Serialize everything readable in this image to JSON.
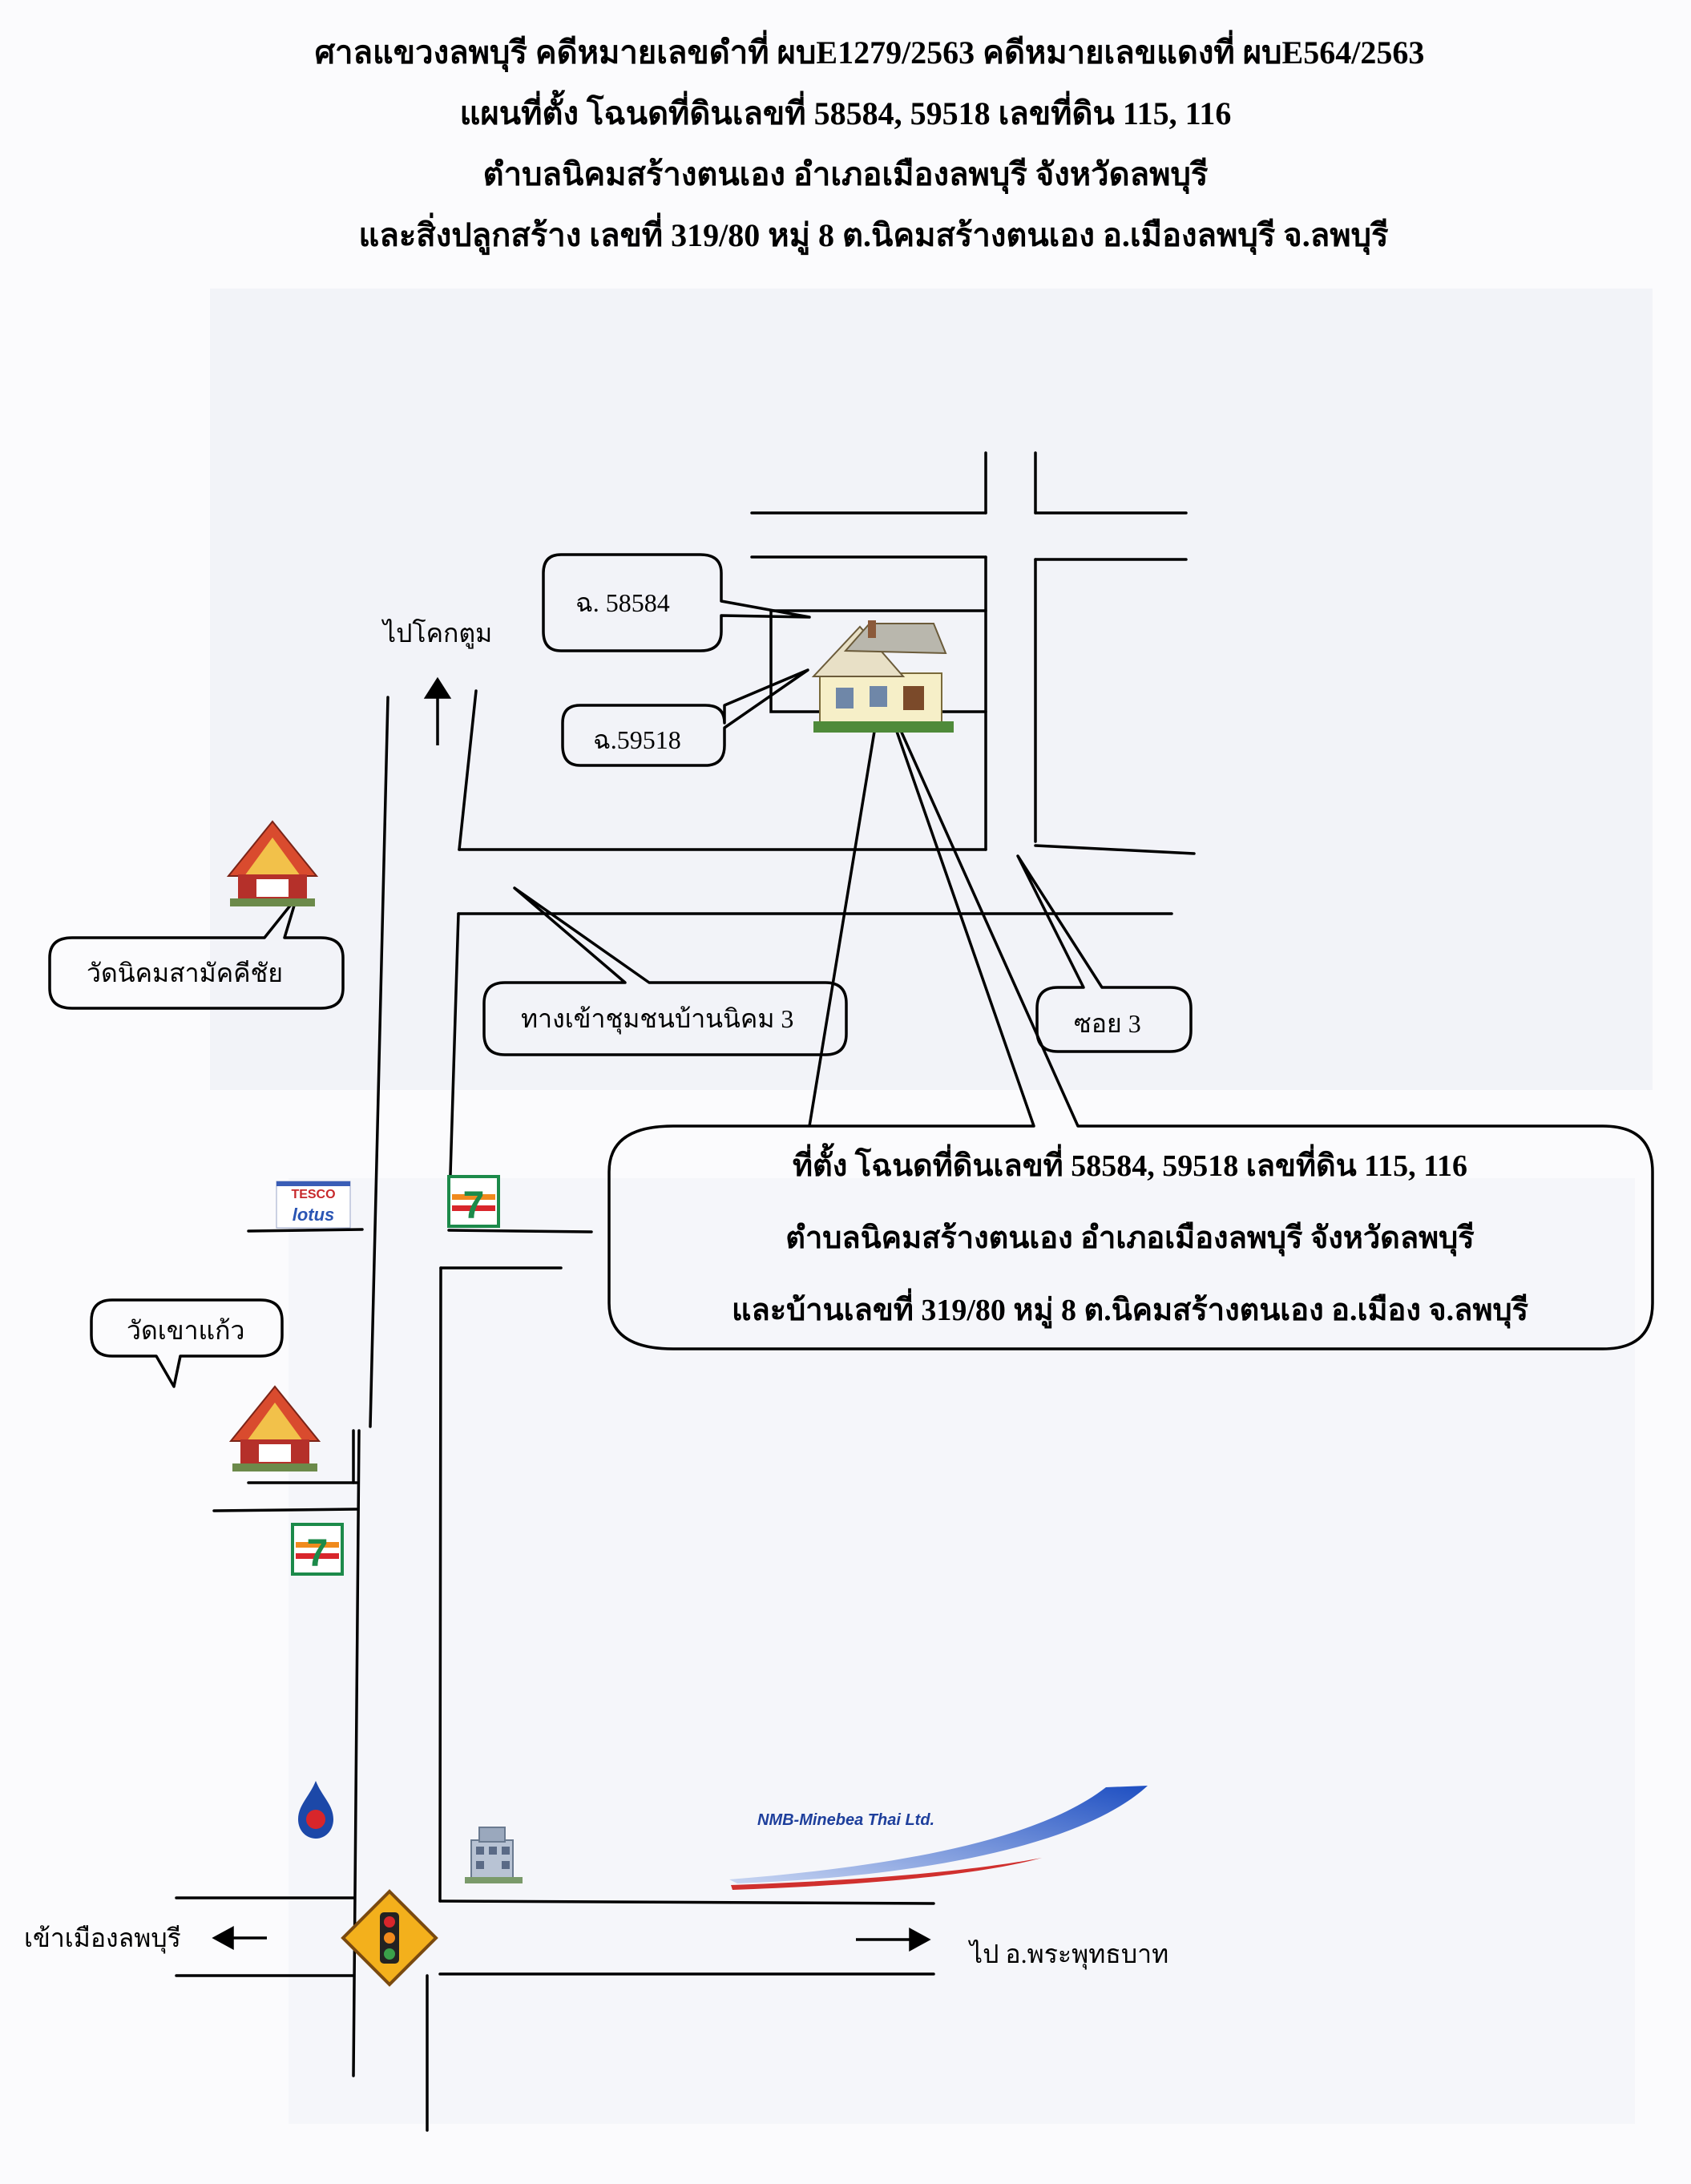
{
  "header": {
    "line1": "ศาลแขวงลพบุรี คดีหมายเลขดำที่ ผบE1279/2563 คดีหมายเลขแดงที่ ผบE564/2563",
    "line2": "แผนที่ตั้ง  โฉนดที่ดินเลขที่ 58584,  59518  เลขที่ดิน 115, 116",
    "line3": "ตำบลนิคมสร้างตนเอง อำเภอเมืองลพบุรี จังหวัดลพบุรี",
    "line4": "และสิ่งปลูกสร้าง เลขที่ 319/80  หมู่ 8 ต.นิคมสร้างตนเอง อ.เมืองลพบุรี จ.ลพบุรี"
  },
  "labels": {
    "to_khok_tum": "ไปโคกตูม",
    "deed_58584": "ฉ. 58584",
    "deed_59518": "ฉ.59518",
    "wat_nikhom": "วัดนิคมสามัคคีชัย",
    "community_entrance": "ทางเข้าชุมชนบ้านนิคม 3",
    "soi_3": "ซอย 3",
    "wat_khao_kaeo": "วัดเขาแก้ว",
    "to_lopburi_city": "เข้าเมืองลพบุรี",
    "to_phra_phutthabat": "ไป อ.พระพุทธบาท"
  },
  "info_box": {
    "line1": "ที่ตั้ง โฉนดที่ดินเลขที่ 58584,  59518  เลขที่ดิน 115,  116",
    "line2": "ตำบลนิคมสร้างตนเอง อำเภอเมืองลพบุรี จังหวัดลพบุรี",
    "line3": "และบ้านเลขที่ 319/80  หมู่ 8 ต.นิคมสร้างตนเอง อ.เมือง จ.ลพบุรี"
  },
  "logos": {
    "tesco_lotus": {
      "top": "TESCO",
      "bottom": "lotus"
    },
    "seven_eleven": "7",
    "nmb": "NMB-Minebea Thai Ltd."
  },
  "icons": [
    "house-icon",
    "temple-icon",
    "seven-eleven-icon",
    "tesco-lotus-icon",
    "ptt-station-icon",
    "building-icon",
    "traffic-light-sign-icon",
    "arrow-icon"
  ],
  "colors": {
    "line": "#000000",
    "seven_green": "#1c8a4a",
    "seven_red": "#d8262b",
    "seven_orange": "#f08a1d",
    "traffic_sign": "#f3b01c",
    "nmb_blue": "#1e4fc2",
    "nmb_red": "#d0302e",
    "temple_red": "#b5302a",
    "ptt_blue": "#1c48a8"
  }
}
